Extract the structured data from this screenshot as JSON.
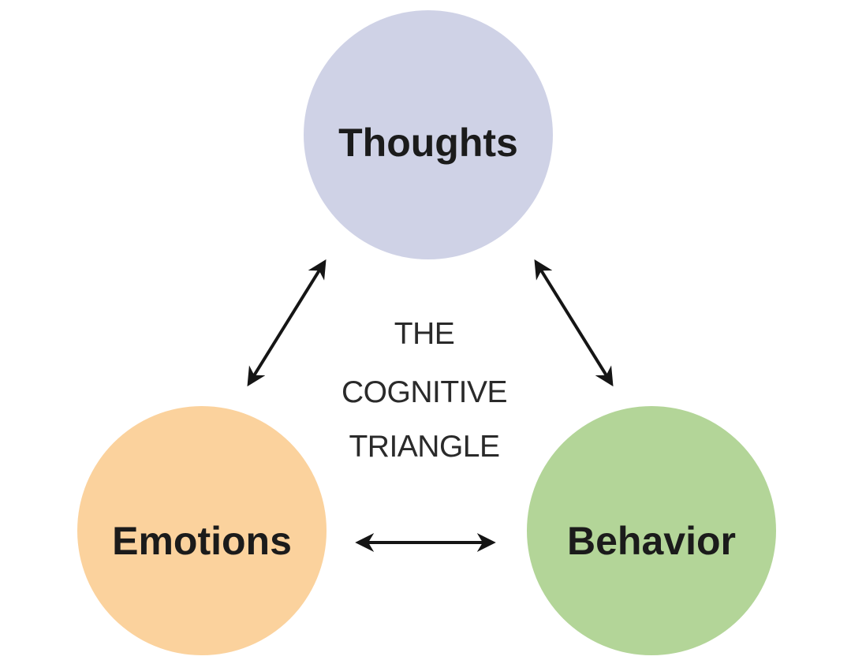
{
  "nodes": {
    "thoughts": {
      "label": "Thoughts",
      "color": "#cfd2e6"
    },
    "emotions": {
      "label": "Emotions",
      "color": "#fbd29d"
    },
    "behavior": {
      "label": "Behavior",
      "color": "#b3d598"
    }
  },
  "center": {
    "lines": [
      "THE",
      "COGNITIVE",
      "TRIANGLE"
    ]
  },
  "arrows": [
    {
      "from": "thoughts",
      "to": "emotions",
      "bidirectional": true
    },
    {
      "from": "thoughts",
      "to": "behavior",
      "bidirectional": true
    },
    {
      "from": "emotions",
      "to": "behavior",
      "bidirectional": true
    }
  ],
  "colors": {
    "background": "#ffffff",
    "arrow": "#151515",
    "text": "#1b1b1b"
  }
}
